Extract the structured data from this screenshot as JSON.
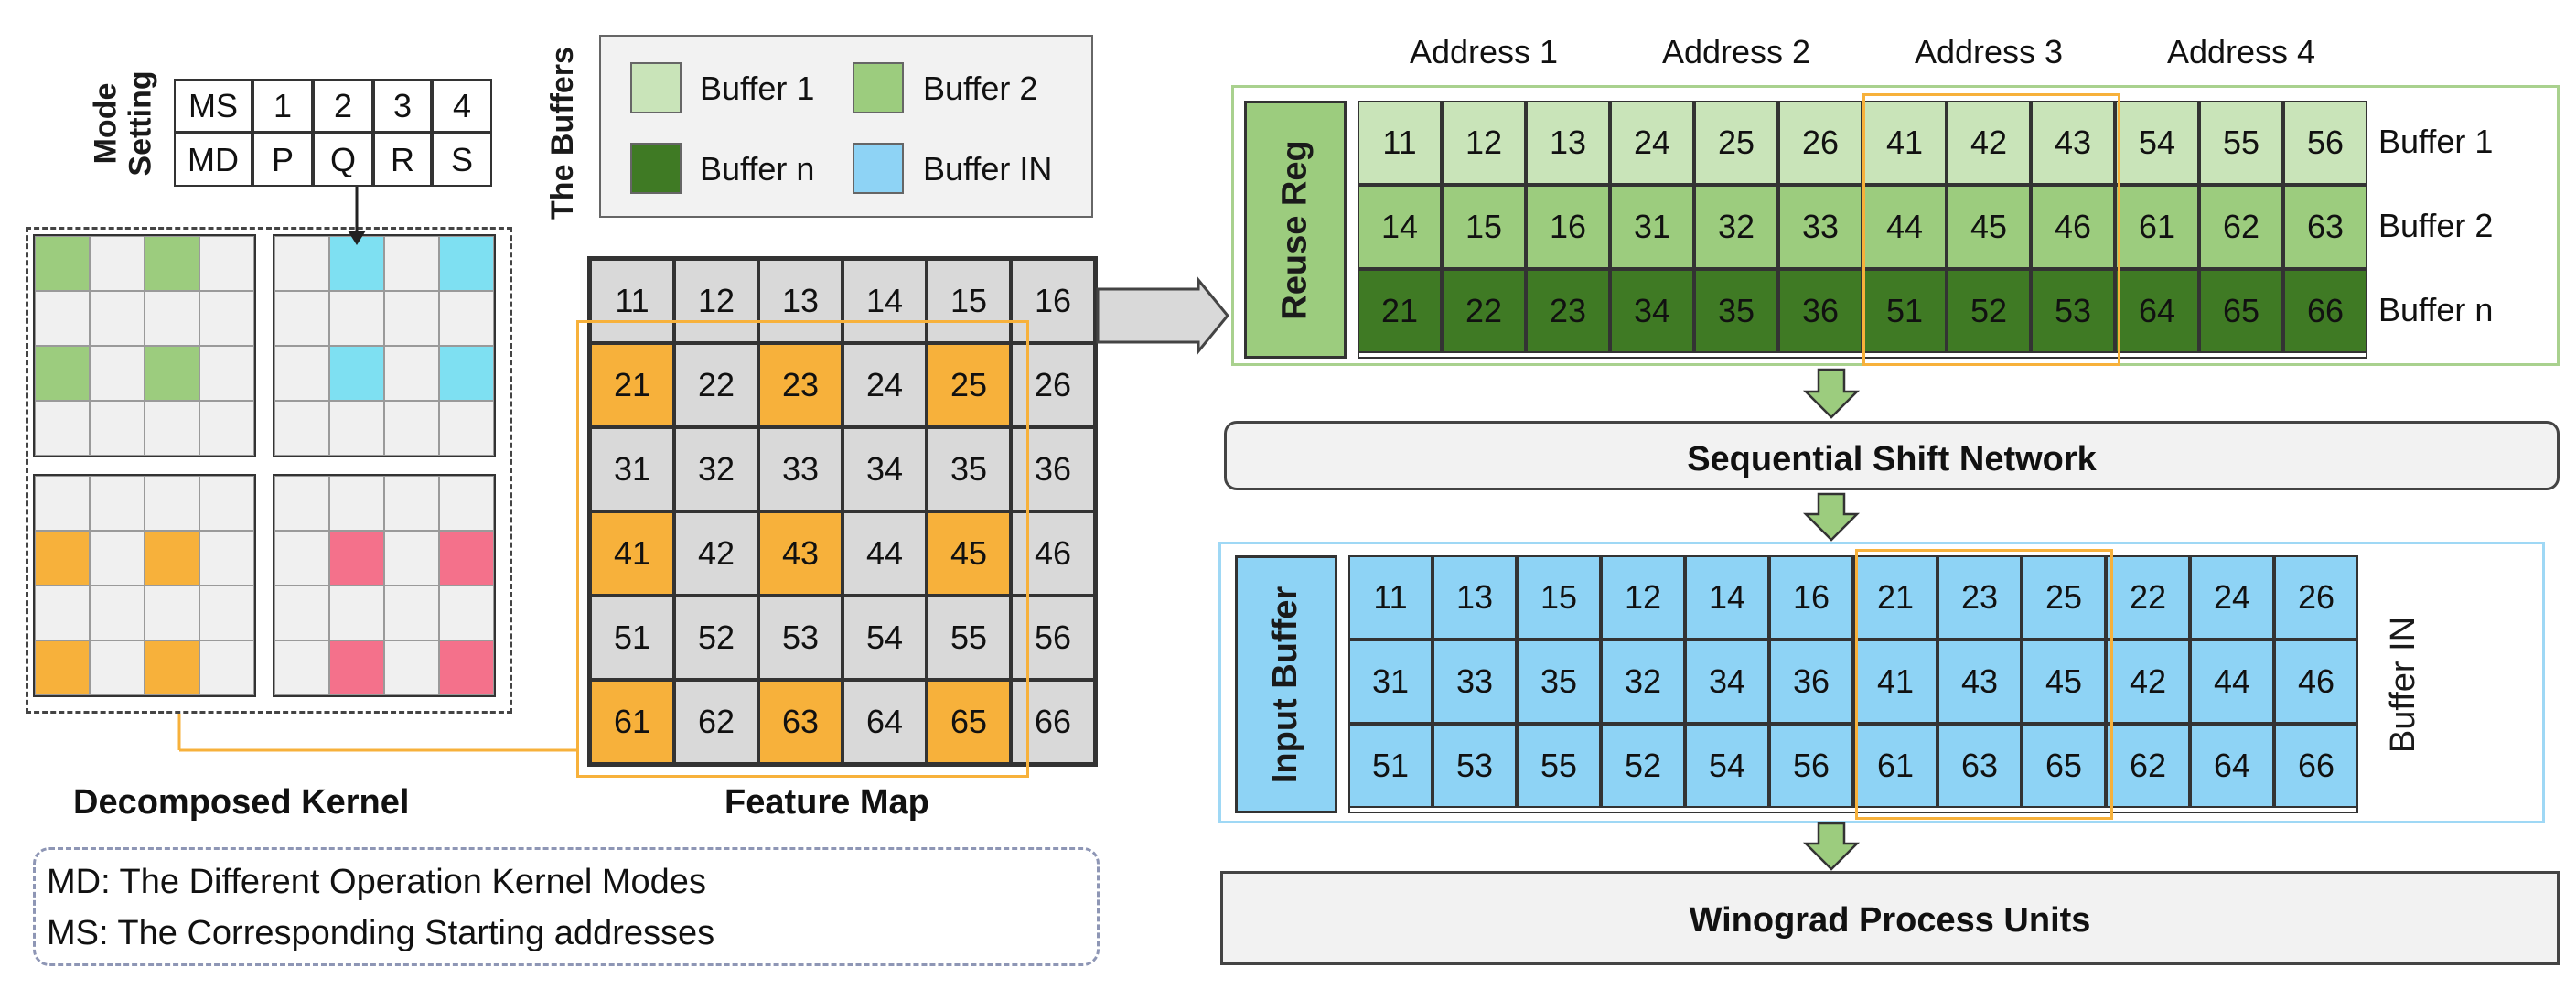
{
  "mode_setting": {
    "title_line1": "Mode",
    "title_line2": "Setting",
    "ms_row": [
      "MS",
      "1",
      "2",
      "3",
      "4"
    ],
    "md_row": [
      "MD",
      "P",
      "Q",
      "R",
      "S"
    ]
  },
  "buffers_legend": {
    "title": "The Buffers",
    "items": [
      {
        "label": "Buffer 1",
        "color": "#c9e4b9"
      },
      {
        "label": "Buffer 2",
        "color": "#9ccc7e"
      },
      {
        "label": "Buffer n",
        "color": "#3f7a24"
      },
      {
        "label": "Buffer IN",
        "color": "#8ed3f5"
      }
    ]
  },
  "decomposed_kernel": {
    "label": "Decomposed Kernel",
    "colors": {
      "p": "#9ccc7e",
      "q": "#7ee0f2",
      "r": "#f7b13b",
      "s": "#f4718b",
      "empty": "#f0f0f0"
    }
  },
  "feature_map": {
    "label": "Feature Map",
    "rows": [
      [
        "11",
        "12",
        "13",
        "14",
        "15",
        "16"
      ],
      [
        "21",
        "22",
        "23",
        "24",
        "25",
        "26"
      ],
      [
        "31",
        "32",
        "33",
        "34",
        "35",
        "36"
      ],
      [
        "41",
        "42",
        "43",
        "44",
        "45",
        "46"
      ],
      [
        "51",
        "52",
        "53",
        "54",
        "55",
        "56"
      ],
      [
        "61",
        "62",
        "63",
        "64",
        "65",
        "66"
      ]
    ],
    "highlighted": [
      "21",
      "23",
      "25",
      "41",
      "43",
      "45",
      "61",
      "63",
      "65"
    ],
    "highlight_color": "#f7b13b",
    "cell_color": "#d9d9d9"
  },
  "reuse_reg": {
    "label": "Reuse Reg",
    "addresses": [
      "Address 1",
      "Address 2",
      "Address 3",
      "Address 4"
    ],
    "rows": [
      {
        "name": "Buffer 1",
        "values": [
          "11",
          "12",
          "13",
          "24",
          "25",
          "26",
          "41",
          "42",
          "43",
          "54",
          "55",
          "56"
        ],
        "color": "#c9e4b9"
      },
      {
        "name": "Buffer 2",
        "values": [
          "14",
          "15",
          "16",
          "31",
          "32",
          "33",
          "44",
          "45",
          "46",
          "61",
          "62",
          "63"
        ],
        "color": "#9ccc7e"
      },
      {
        "name": "Buffer n",
        "values": [
          "21",
          "22",
          "23",
          "34",
          "35",
          "36",
          "51",
          "52",
          "53",
          "64",
          "65",
          "66"
        ],
        "color": "#3f7a24"
      }
    ]
  },
  "sequential_shift_network": {
    "label": "Sequential Shift Network"
  },
  "input_buffer": {
    "label": "Input Buffer",
    "side_label": "Buffer IN",
    "rows": [
      [
        "11",
        "13",
        "15",
        "12",
        "14",
        "16",
        "21",
        "23",
        "25",
        "22",
        "24",
        "26"
      ],
      [
        "31",
        "33",
        "35",
        "32",
        "34",
        "36",
        "41",
        "43",
        "45",
        "42",
        "44",
        "46"
      ],
      [
        "51",
        "53",
        "55",
        "52",
        "54",
        "56",
        "61",
        "63",
        "65",
        "62",
        "64",
        "66"
      ]
    ],
    "color": "#8ed3f5"
  },
  "winograd": {
    "label": "Winograd Process Units"
  },
  "notes": {
    "line1": "MD: The Different Operation Kernel Modes",
    "line2": "MS: The Corresponding Starting addresses"
  },
  "colors": {
    "orange_outline": "#f7b13b",
    "arrow_green": "#9ccc7e",
    "reuse_frame": "#a9d18e",
    "input_frame": "#9fd8f5"
  }
}
